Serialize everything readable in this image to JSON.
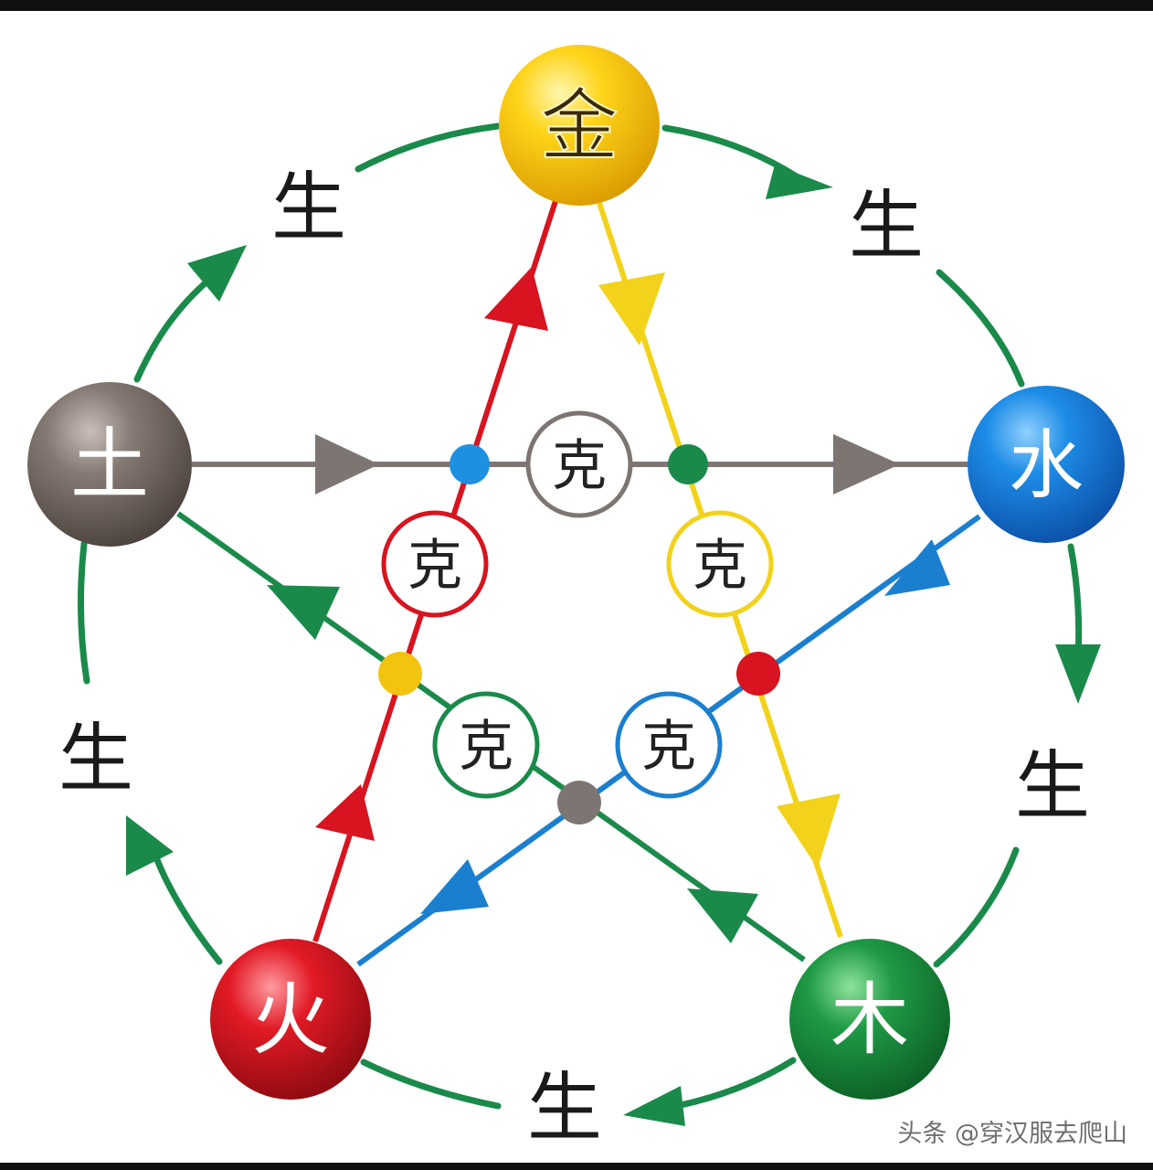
{
  "elements": {
    "metal": "金",
    "water": "水",
    "wood": "木",
    "fire": "火",
    "earth": "土"
  },
  "element_colors": {
    "metal": "#f3c20d",
    "water": "#1578d6",
    "wood": "#1a8a3c",
    "fire": "#d5141c",
    "earth": "#7c706a"
  },
  "line_colors": {
    "sheng": "#1a8a4a",
    "ke_red": "#d7141f",
    "ke_yellow": "#f2d21a",
    "ke_blue": "#1b7fcf",
    "ke_green": "#1a8a4a",
    "ke_grey": "#7d7572"
  },
  "sheng_labels": {
    "metal_to_water": "生",
    "water_to_wood": "生",
    "wood_to_fire": "生",
    "fire_to_earth": "生",
    "earth_to_metal": "生"
  },
  "ke_labels": {
    "earth_water": "克",
    "fire_metal": "克",
    "metal_wood": "克",
    "wood_earth": "克",
    "water_fire": "克"
  },
  "watermark": "头条 @穿汉服去爬山"
}
